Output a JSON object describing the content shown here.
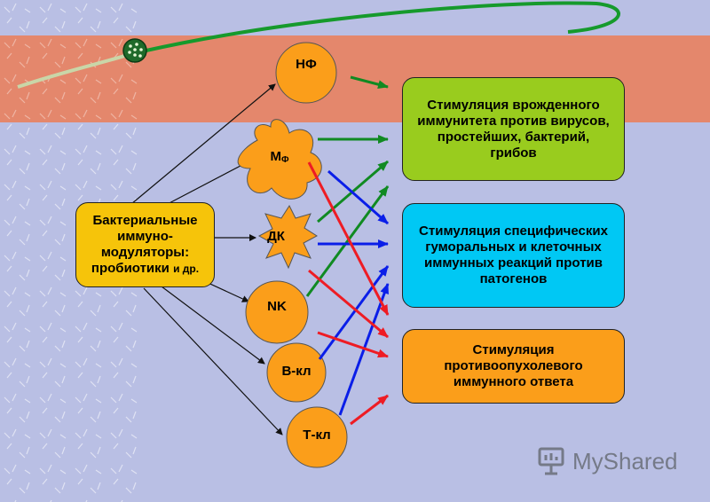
{
  "source_box": {
    "lines": [
      "Бактериальные",
      "иммуно-",
      "модуляторы:",
      "пробиотики"
    ],
    "suffix": "и др."
  },
  "cells": {
    "nf": "НФ",
    "mf_main": "М",
    "mf_sub": "Ф",
    "dc": "ДК",
    "nk": "NK",
    "b": "В-кл",
    "t": "Т-кл"
  },
  "outcomes": {
    "innate": "Стимуляция врожденного иммунитета против вирусов, простейших, бактерий, грибов",
    "adaptive": "Стимуляция специфических гуморальных и клеточных иммунных реакций против патогенов",
    "antitumor": "Стимуляция противоопухолевого иммунного ответа"
  },
  "watermark": {
    "brand": "MyShared"
  },
  "colors": {
    "background": "#b9bfe4",
    "stripe": "#e4876c",
    "cell_fill": "#fb9e1a",
    "source_fill": "#f6c40a",
    "innate_fill": "#99cc1e",
    "adaptive_fill": "#00c8f4",
    "antitumor_fill": "#fb9e1a",
    "arrow_green": "#108a22",
    "arrow_blue": "#0a1ee8",
    "arrow_red": "#ee1c24"
  }
}
